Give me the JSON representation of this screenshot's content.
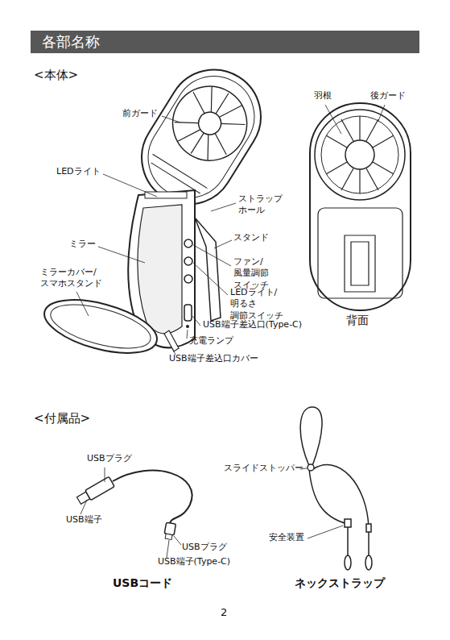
{
  "diagram": {
    "title": "各部名称",
    "labels": [
      "<本体>",
      "前ガード",
      "羽根",
      "後ガード",
      "LEDライト",
      "ストラップ ホール",
      "スタンド",
      "ミラー",
      "ミラーカバー/ スマホスタンド",
      "ファン/風量調節 スイッチ",
      "LEDライト/明るさ 調節スイッチ",
      "USB端子差込口(Type-C)",
      "充電ランプ",
      "USB端子差込口カバー",
      "背面",
      "<付属品>",
      "USBプラグ",
      "USB端子",
      "USBプラグ",
      "USB端子(Type-C)",
      "USBコード",
      "スライドストッパー",
      "安全装置",
      "ネックストラップ",
      "2"
    ]
  }
}
